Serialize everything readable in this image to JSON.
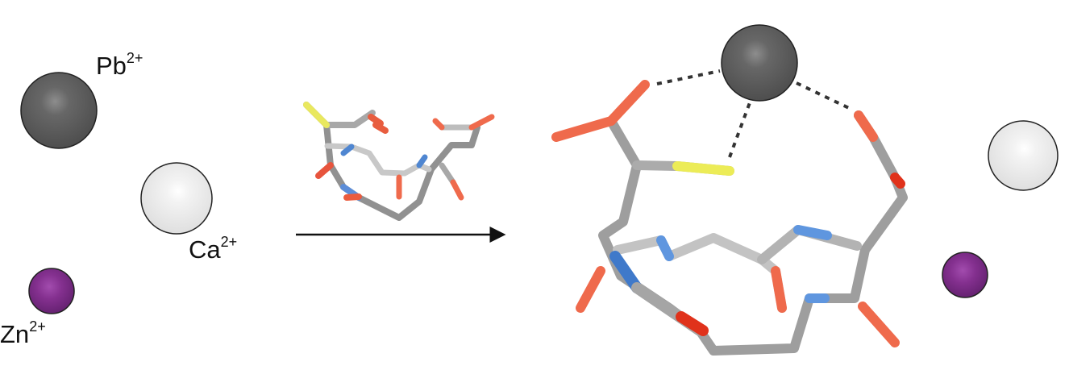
{
  "ions": {
    "pb": {
      "symbol": "Pb",
      "charge": "2+",
      "color": "#5f5f5f"
    },
    "ca": {
      "symbol": "Ca",
      "charge": "2+",
      "color": "#e6e6e6"
    },
    "zn": {
      "symbol": "Zn",
      "charge": "2+",
      "color": "#7f2e8e"
    }
  },
  "atom_colors": {
    "carbon": "#a7a7a7",
    "carbon_light": "#c8c8c8",
    "nitrogen": "#4f86d1",
    "oxygen": "#ef6a4c",
    "oxygen_dark": "#e0321b",
    "sulfur": "#ecec57"
  },
  "reaction": {
    "arrow_color": "#111111",
    "bond_color": "#333333"
  }
}
